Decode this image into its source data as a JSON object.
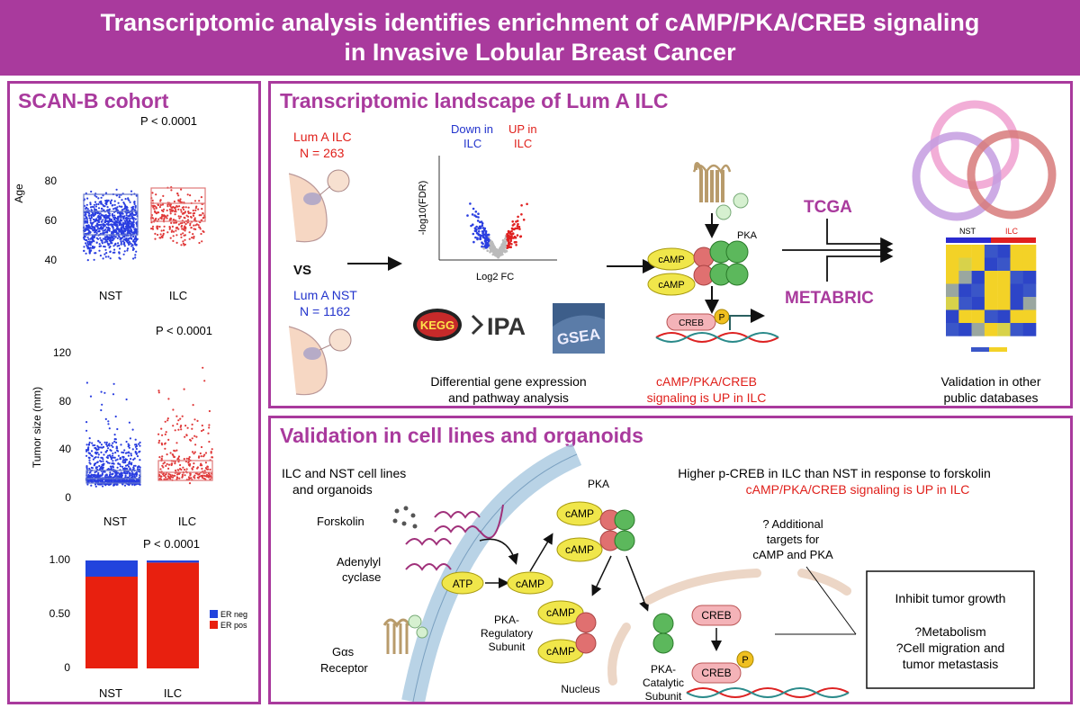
{
  "title_line1": "Transcriptomic analysis identifies enrichment of cAMP/PKA/CREB signaling",
  "title_line2": "in Invasive Lobular Breast Cancer",
  "colors": {
    "accent": "#a93a9d",
    "ilc": "#e0201b",
    "nst": "#2233cc"
  },
  "left": {
    "title": "SCAN-B cohort",
    "age_plot": {
      "pvalue": "P < 0.0001",
      "ylabel": "Age",
      "yticks": [
        "80",
        "60",
        "40"
      ],
      "categories": [
        "NST",
        "ILC"
      ]
    },
    "size_plot": {
      "pvalue": "P < 0.0001",
      "ylabel": "Tumor size (mm)",
      "yticks": [
        "120",
        "80",
        "40",
        "0"
      ],
      "categories": [
        "NST",
        "ILC"
      ]
    },
    "bar_plot": {
      "pvalue": "P < 0.0001",
      "yticks": [
        "1.00",
        "0.50",
        "0"
      ],
      "categories": [
        "NST",
        "ILC"
      ],
      "legend": [
        "ER neg",
        "ER pos"
      ]
    }
  },
  "chart_data": [
    {
      "type": "scatter",
      "title": "",
      "ylabel": "Age",
      "categories": [
        "NST",
        "ILC"
      ],
      "box": [
        {
          "q1": 55,
          "median": 63,
          "q3": 71
        },
        {
          "q1": 60,
          "median": 67,
          "q3": 74
        }
      ],
      "ylim": [
        30,
        97
      ]
    },
    {
      "type": "scatter",
      "title": "",
      "ylabel": "Tumor size (mm)",
      "categories": [
        "NST",
        "ILC"
      ],
      "box": [
        {
          "q1": 12,
          "median": 16,
          "q3": 23
        },
        {
          "q1": 14,
          "median": 20,
          "q3": 30
        }
      ],
      "ylim": [
        0,
        130
      ]
    },
    {
      "type": "bar",
      "title": "",
      "categories": [
        "NST",
        "ILC"
      ],
      "ylim": [
        0,
        1
      ],
      "series": [
        {
          "name": "ER pos",
          "values": [
            0.85,
            0.98
          ]
        },
        {
          "name": "ER neg",
          "values": [
            0.15,
            0.02
          ]
        }
      ]
    }
  ],
  "top": {
    "title": "Transcriptomic landscape of Lum A ILC",
    "ilc_line1": "Lum A ILC",
    "ilc_line2": "N = 263",
    "vs": "VS",
    "nst_line1": "Lum A NST",
    "nst_line2": "N = 1162",
    "down1": "Down in",
    "down2": "ILC",
    "up1": "UP in",
    "up2": "ILC",
    "volcano_ylabel": "-log10(FDR)",
    "volcano_xlabel": "Log2 FC",
    "kegg": "KEGG",
    "ipa": "IPA",
    "gsea": "GSEA",
    "diff1": "Differential gene expression",
    "diff2": "and pathway analysis",
    "pka": "PKA",
    "camp": "cAMP",
    "creb": "CREB",
    "p": "P",
    "camp_line1": "cAMP/PKA/CREB",
    "camp_line2": "signaling is UP in ILC",
    "tcga": "TCGA",
    "metabric": "METABRIC",
    "heat_nst": "NST",
    "heat_ilc": "ILC",
    "valid1": "Validation in other",
    "valid2": "public databases"
  },
  "bottom": {
    "title": "Validation in cell lines and organoids",
    "cells1": "ILC and NST cell lines",
    "cells2": "and organoids",
    "forskolin": "Forskolin",
    "adenylyl1": "Adenylyl",
    "adenylyl2": "cyclase",
    "gas1": "Gαs",
    "gas2": "Receptor",
    "atp": "ATP",
    "camp": "cAMP",
    "pka": "PKA",
    "creb": "CREB",
    "p": "P",
    "reg1": "PKA-",
    "reg2": "Regulatory",
    "reg3": "Subunit",
    "nucleus": "Nucleus",
    "cat1": "PKA-",
    "cat2": "Catalytic",
    "cat3": "Subunit",
    "higher": "Higher p-CREB in ILC than NST in response to forskolin",
    "up": "cAMP/PKA/CREB signaling is UP in ILC",
    "add1": "? Additional",
    "add2": "targets for",
    "add3": "cAMP and PKA",
    "box1": "Inhibit tumor growth",
    "box2": "?Metabolism",
    "box3": "?Cell migration and",
    "box4": "tumor metastasis"
  }
}
